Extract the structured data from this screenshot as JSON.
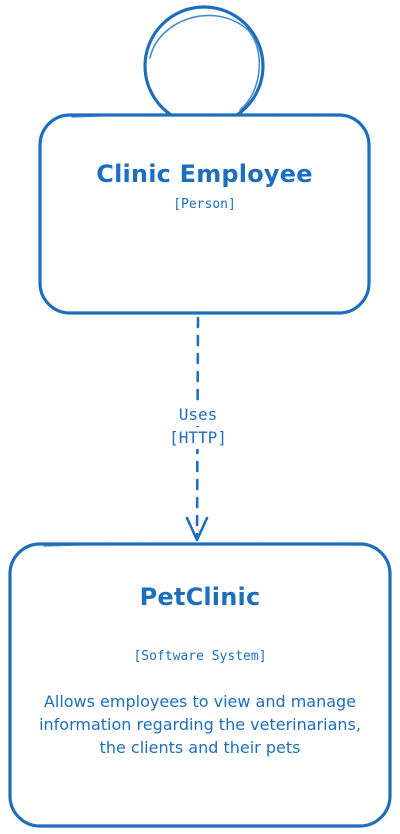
{
  "colors": {
    "stroke": "#1d6fbd",
    "text": "#1d6fbd",
    "background": "#ffffff"
  },
  "person": {
    "name": "Clinic Employee",
    "type": "[Person]"
  },
  "relationship": {
    "label": "Uses",
    "technology": "[HTTP]"
  },
  "system": {
    "name": "PetClinic",
    "type": "[Software System]",
    "description": "Allows employees to view and manage information regarding the veterinarians, the clients and their pets"
  }
}
